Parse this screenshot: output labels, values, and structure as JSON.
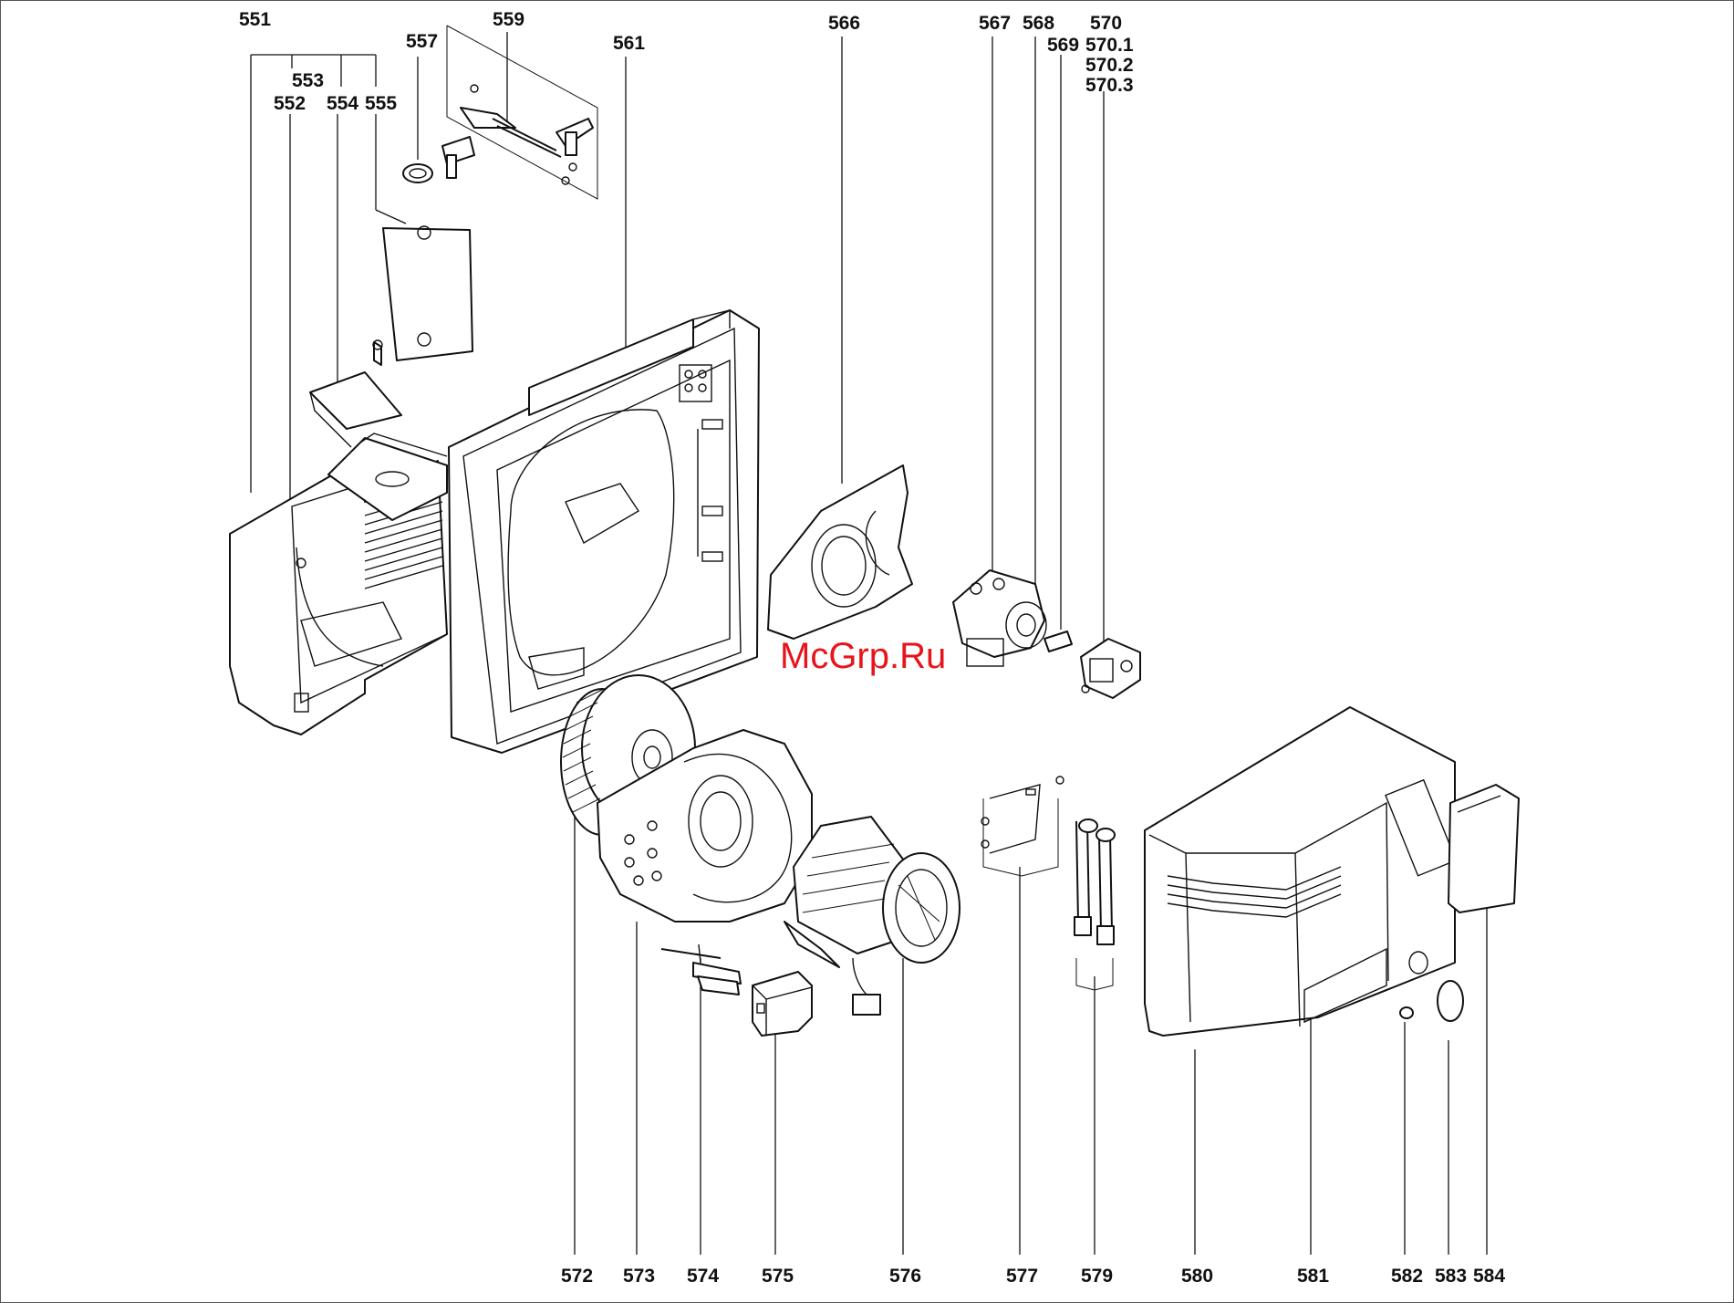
{
  "watermark": {
    "text": "McGrp.Ru",
    "color": "#e8141b"
  },
  "labels": {
    "l551": "551",
    "l552": "552",
    "l553": "553",
    "l554": "554",
    "l555": "555",
    "l557": "557",
    "l559": "559",
    "l561": "561",
    "l566": "566",
    "l567": "567",
    "l568": "568",
    "l569": "569",
    "l570": "570",
    "l570_1": "570.1",
    "l570_2": "570.2",
    "l570_3": "570.3",
    "l572": "572",
    "l573": "573",
    "l574": "574",
    "l575": "575",
    "l576": "576",
    "l577": "577",
    "l579": "579",
    "l580": "580",
    "l581": "581",
    "l582": "582",
    "l583": "583",
    "l584": "584"
  }
}
